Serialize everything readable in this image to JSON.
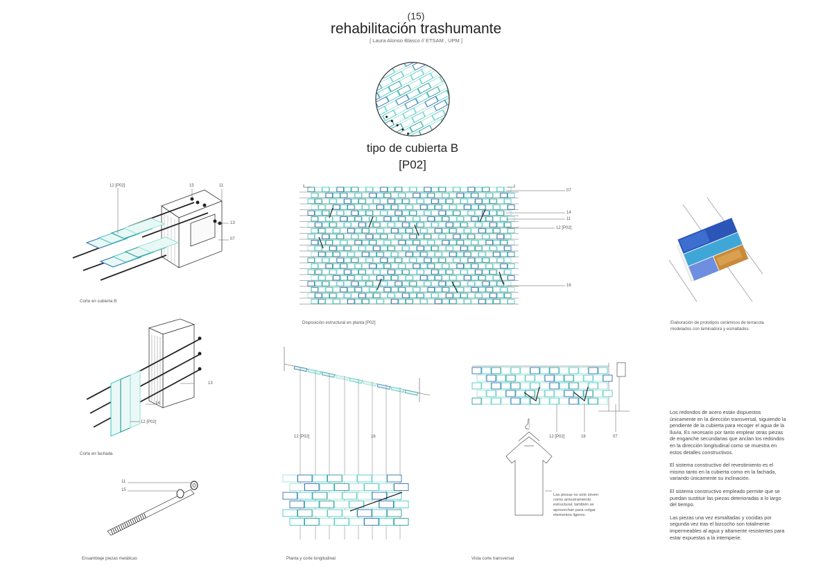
{
  "header": {
    "number": "(15)",
    "title": "rehabilitación trashumante",
    "author": "[ Laura Alonso Blasco  //  ETSAM , UPM ]"
  },
  "center": {
    "subtitle": "tipo de cubierta B",
    "code": "[P02]"
  },
  "captions": {
    "corte_cubierta": "Corte en cubierta B",
    "disposicion": "Disposición estructural en planta [P02]",
    "prototipos_l1": "Elaboración de prototipos cerámicos de terracota",
    "prototipos_l2": "modelados con laminadora y esmaltados.",
    "corte_fachada": "Corte en fachada",
    "ensamblaje": "Ensamblaje piezas metálicas",
    "planta_corte": "Planta y corte longitudinal",
    "vista": "Vista corte transversal"
  },
  "labels": {
    "l12p02": "12 [P02]",
    "l15": "15",
    "l11": "11",
    "l13": "13",
    "l07": "07",
    "l14": "14",
    "l16": "16",
    "l12p02b": "12 [P02]"
  },
  "note": "Las piezas no solo sirven como arriostramiento estructural, también se aprovechan para colgar elementos ligeros.",
  "text_paragraphs": [
    "Los redondos de acero están dispuestos únicamente en la dirección transversal, siguiendo la pendiente de la cubierta para recoger el agua de la lluvia. Es necesario por tanto emplear otras piezas de enganche secundarias que anclan los redondos en la dirección longitudinal como se muestra en estos detalles constructivos.",
    "El sistema constructivo del revestimiento es el mismo tanto en la cubierta como en la fachada, variando únicamente su inclinación.",
    "El sistema constructivo empleado permite que se puedan sustituir las piezas deterioradas a lo largo del tiempo.",
    "Las piezas una vez esmaltadas y cocidas por segunda vez tras el bizcocho son totalmente impermeables al agua y altamente resistentes para estar expuestas a la intemperie."
  ],
  "colors": {
    "tile_blue": "#2f6fb0",
    "tile_cyan": "#47c8c3",
    "tile_teal": "#2a9a9a",
    "tile_light": "#9fe0d8",
    "terracotta": "#c98a3a",
    "line": "#555555"
  }
}
